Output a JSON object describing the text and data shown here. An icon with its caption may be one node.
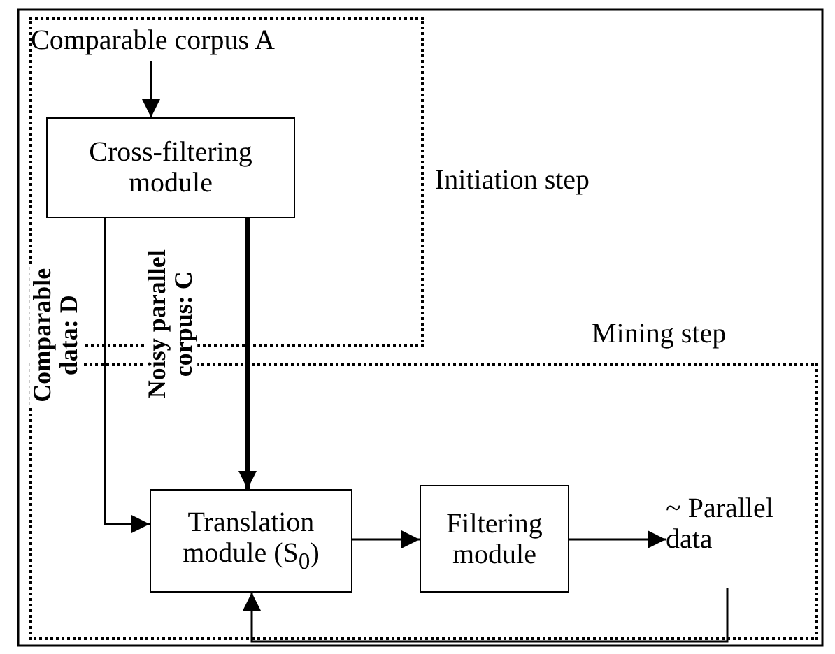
{
  "diagram": {
    "nodes": [
      {
        "text": [
          "Initiation step"
        ]
      },
      {
        "text": [
          "Comparable corpus A"
        ],
        "in": 0
      },
      {
        "text": [
          "Cross-filtering module"
        ],
        "in": 0
      },
      {
        "text": [
          "Mining step"
        ]
      },
      {
        "text": [
          "Translation module (S$_{0}$)"
        ],
        "in": 3
      },
      {
        "text": [
          "Filtering module"
        ],
        "in": 3
      },
      {
        "text": [
          "~ Parallel data"
        ],
        "in": 3
      }
    ],
    "edges": [
      {
        "from": 1,
        "to": 2,
        "arrow": "to"
      },
      {
        "from": 2,
        "to": 4,
        "arrow": "to",
        "label": "Comparable data: D"
      },
      {
        "from": 2,
        "to": 4,
        "arrow": "to",
        "label": "Noisy parallel corpus: C",
        "style": "thick"
      },
      {
        "from": 4,
        "to": 5,
        "arrow": "to"
      },
      {
        "from": 5,
        "to": 6,
        "arrow": "to"
      },
      {
        "from": 6,
        "to": 4,
        "arrow": "to"
      }
    ]
  }
}
